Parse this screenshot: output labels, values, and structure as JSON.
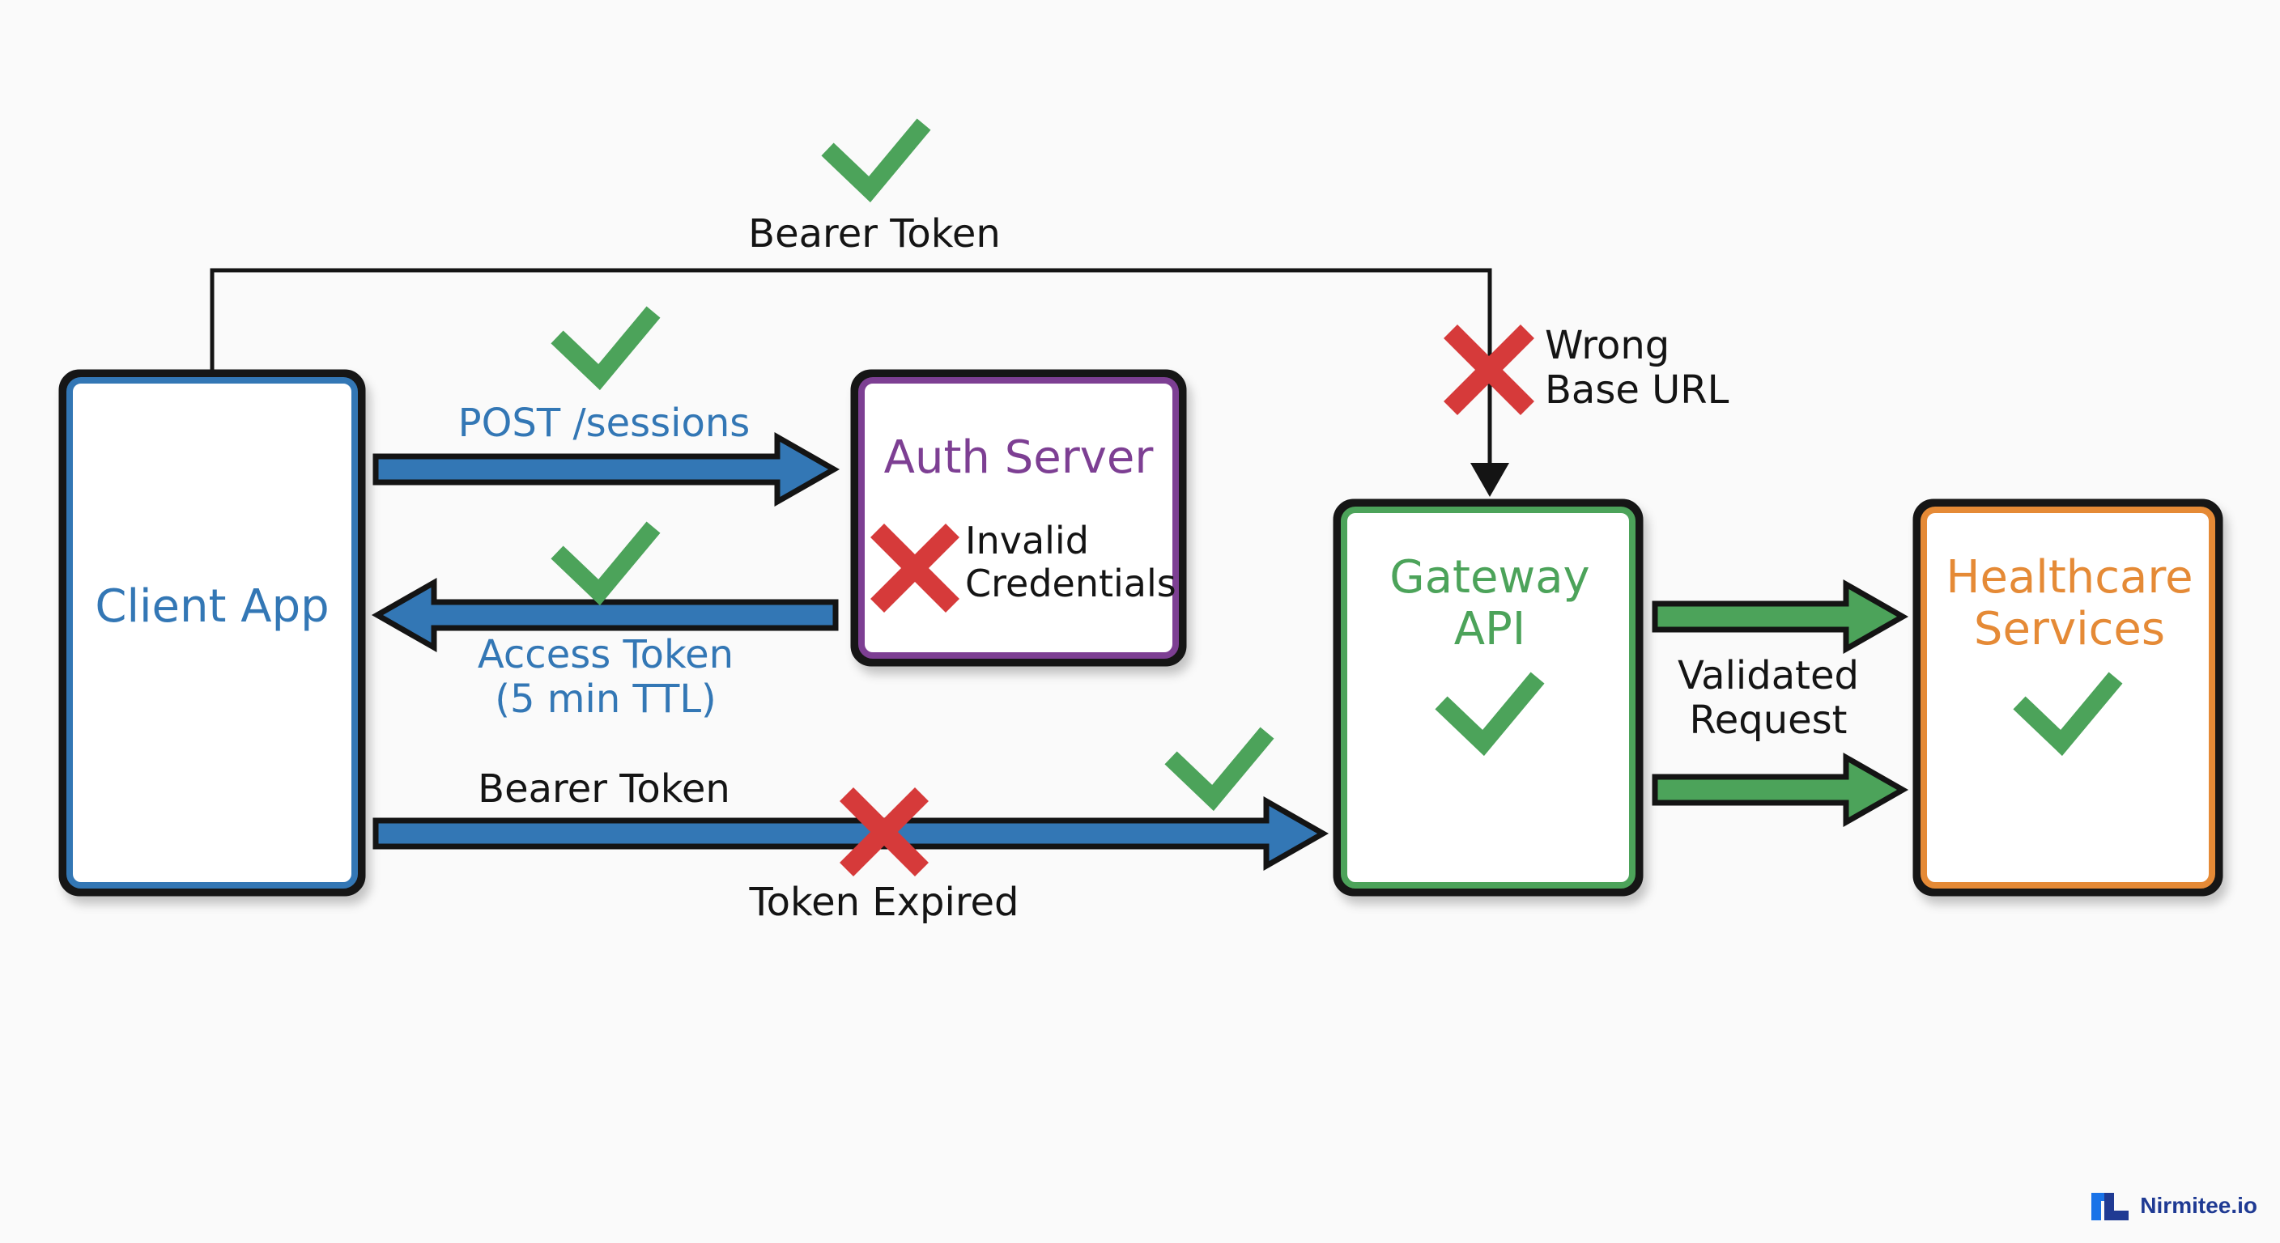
{
  "nodes": {
    "client_app": "Client App",
    "auth_server": "Auth Server",
    "gateway_api": [
      "Gateway",
      "API"
    ],
    "healthcare_services": [
      "Healthcare",
      "Services"
    ]
  },
  "edges": {
    "top_bearer_token": "Bearer Token",
    "wrong_base_url": [
      "Wrong",
      "Base URL"
    ],
    "post_sessions": "POST /sessions",
    "access_token": [
      "Access Token",
      "(5 min TTL)"
    ],
    "invalid_credentials": [
      "Invalid",
      "Credentials"
    ],
    "bottom_bearer_token": "Bearer Token",
    "token_expired": "Token Expired",
    "validated_request": [
      "Validated",
      "Request"
    ]
  },
  "brand": {
    "name": "Nirmitee.io"
  },
  "colors": {
    "client": "#3377b5",
    "auth": "#7d3f93",
    "gateway": "#4ca35a",
    "healthcare": "#e58a36",
    "success": "#4ca35a",
    "error": "#d63a3a",
    "outline": "#141414"
  }
}
